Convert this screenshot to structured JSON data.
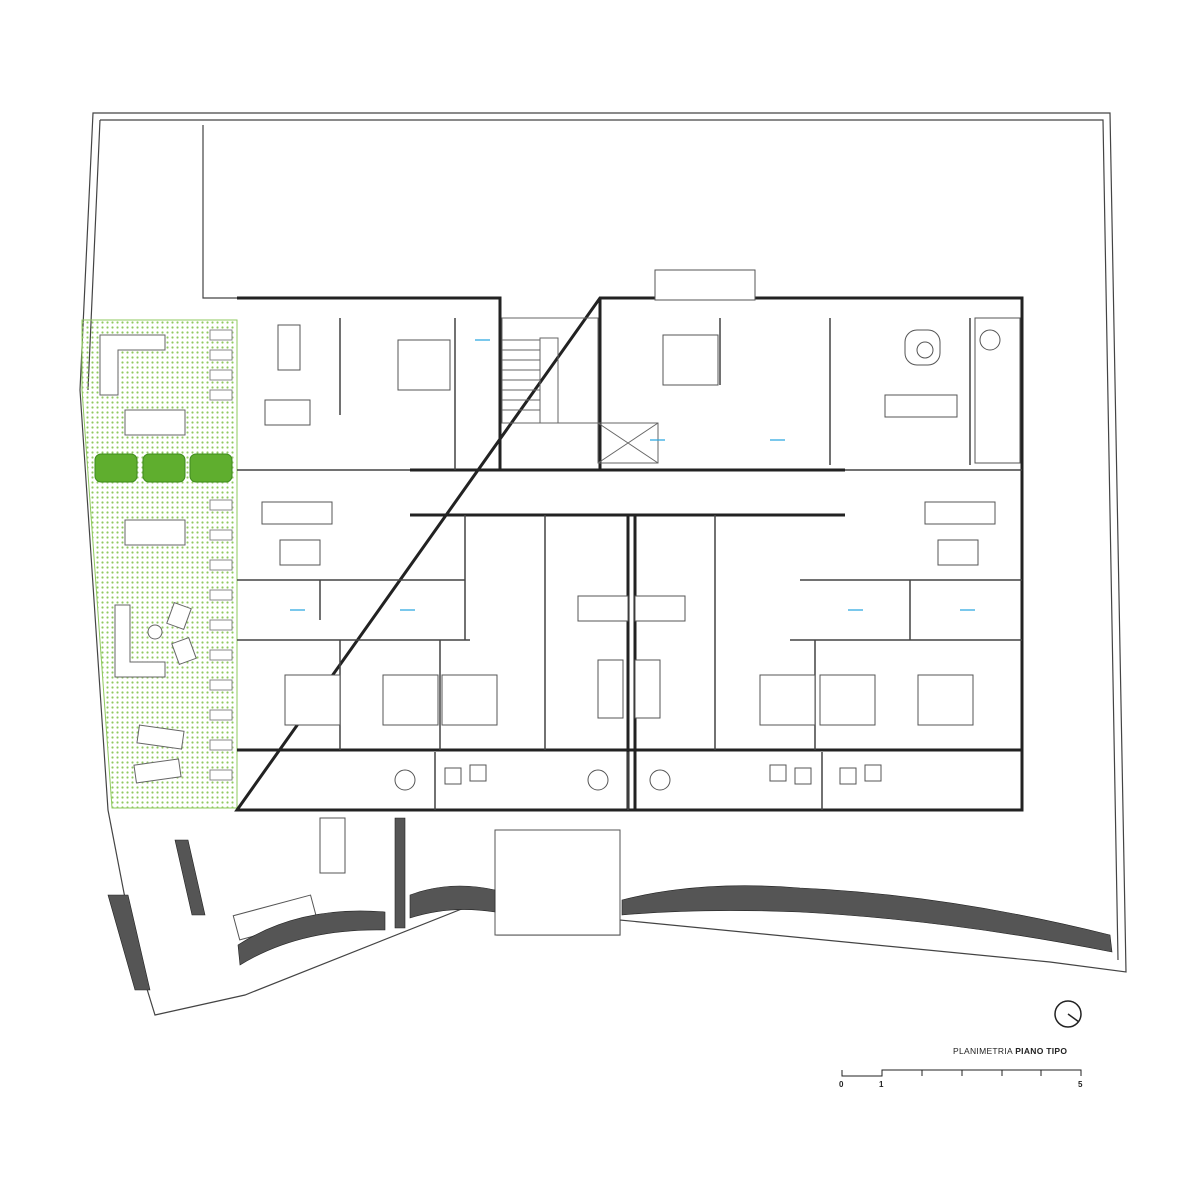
{
  "title": {
    "prefix": "PLANIMETRIA",
    "main": "PIANO TIPO"
  },
  "scale_bar": {
    "labels": [
      "0",
      "1",
      "5"
    ],
    "unit_segments": 5
  },
  "colors": {
    "wall": "#333333",
    "line": "#555555",
    "green": "#6fbf3a",
    "green_hatch": "#9ad06c",
    "water_fixture": "#2aa7e0"
  }
}
